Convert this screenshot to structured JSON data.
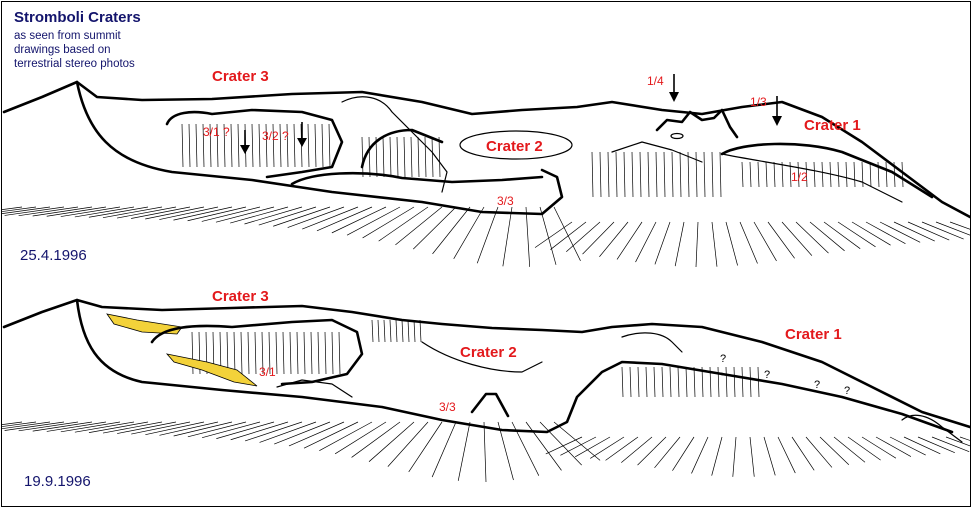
{
  "header": {
    "title": "Stromboli Craters",
    "subtitle_lines": [
      "as seen from summit",
      "drawings based on",
      "terrestrial stereo photos"
    ]
  },
  "colors": {
    "label_red": "#e3191c",
    "text_blue": "#13146c",
    "deposit_yellow": "#f3d23a"
  },
  "top_panel": {
    "date": "25.4.1996",
    "crater3": "Crater 3",
    "crater2": "Crater 2",
    "crater1": "Crater 1",
    "vent_3_1": "3/1 ?",
    "vent_3_2": "3/2 ?",
    "vent_3_3": "3/3",
    "vent_1_4": "1/4",
    "vent_1_3": "1/3",
    "vent_1_2": "1/2"
  },
  "bottom_panel": {
    "date": "19.9.1996",
    "crater3": "Crater 3",
    "crater2": "Crater 2",
    "crater1": "Crater 1",
    "vent_3_1": "3/1",
    "vent_3_3": "3/3",
    "q_marks": [
      "?",
      "?",
      "?",
      "?"
    ]
  }
}
